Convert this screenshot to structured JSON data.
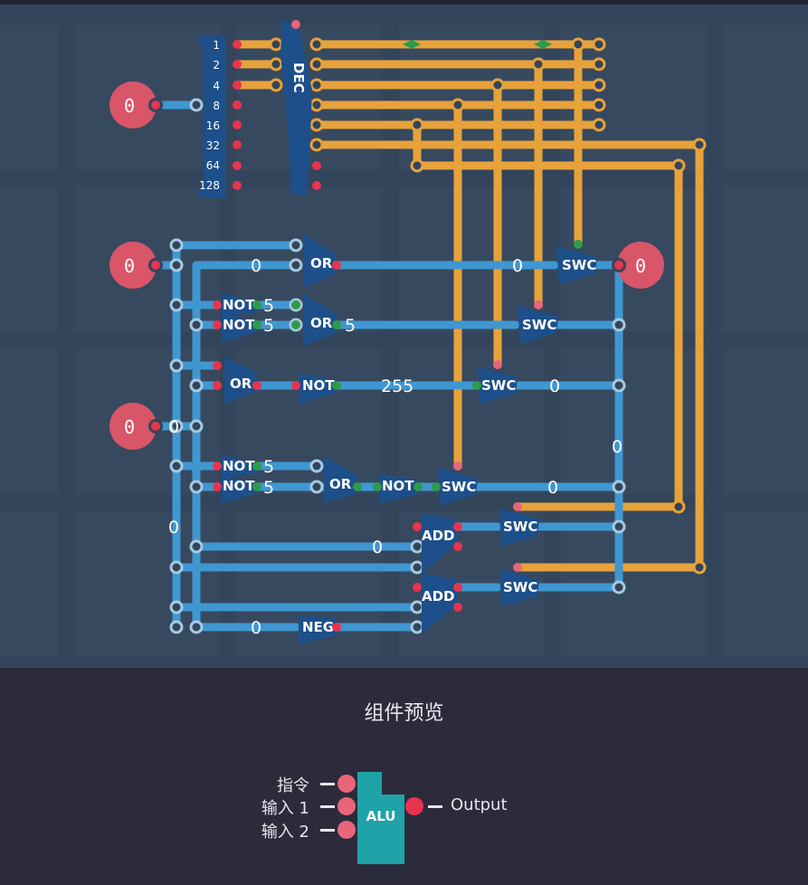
{
  "canvas": {
    "inputs": [
      {
        "name": "dec-input",
        "value": "0"
      },
      {
        "name": "input-1",
        "value": "0"
      },
      {
        "name": "input-2",
        "value": "0"
      }
    ],
    "output": {
      "value": "0"
    },
    "decoder": {
      "label": "DEC",
      "bits": [
        "1",
        "2",
        "4",
        "8",
        "16",
        "32",
        "64",
        "128"
      ]
    },
    "gates": {
      "or_top": "OR",
      "not_1a": "NOT",
      "not_1b": "NOT",
      "or_2": "OR",
      "or_3": "OR",
      "not_3": "NOT",
      "not_4a": "NOT",
      "not_4b": "NOT",
      "or_4": "OR",
      "not_4c": "NOT",
      "add_1": "ADD",
      "add_2": "ADD",
      "neg": "NEG",
      "swc_1": "SWC",
      "swc_2": "SWC",
      "swc_3": "SWC",
      "swc_4": "SWC",
      "swc_5": "SWC",
      "swc_6": "SWC"
    },
    "wire_values": {
      "or_top_in": "0",
      "swc1_in": "0",
      "not1a_out": "5",
      "not1b_out": "5",
      "or2_out": "5",
      "not3_out": "255",
      "swc3_out": "0",
      "in2_branch": "0",
      "not4a_out": "5",
      "not4b_out": "5",
      "swc4_out": "0",
      "bus_right": "0",
      "bus_left": "0",
      "add1_in": "0",
      "neg_in": "0"
    }
  },
  "preview": {
    "title": "组件预览",
    "component_label": "ALU",
    "pins_in": [
      "指令",
      "输入 1",
      "输入 2"
    ],
    "pin_out": "Output",
    "colors": {
      "body": "#1fa3a8",
      "pin": "#e8657a",
      "pin_out": "#e8344e"
    }
  },
  "colors": {
    "blue_wire": "#3f97d1",
    "orange_wire": "#e8a23a",
    "gate": "#1d4f8a",
    "io_red": "#d95568"
  }
}
